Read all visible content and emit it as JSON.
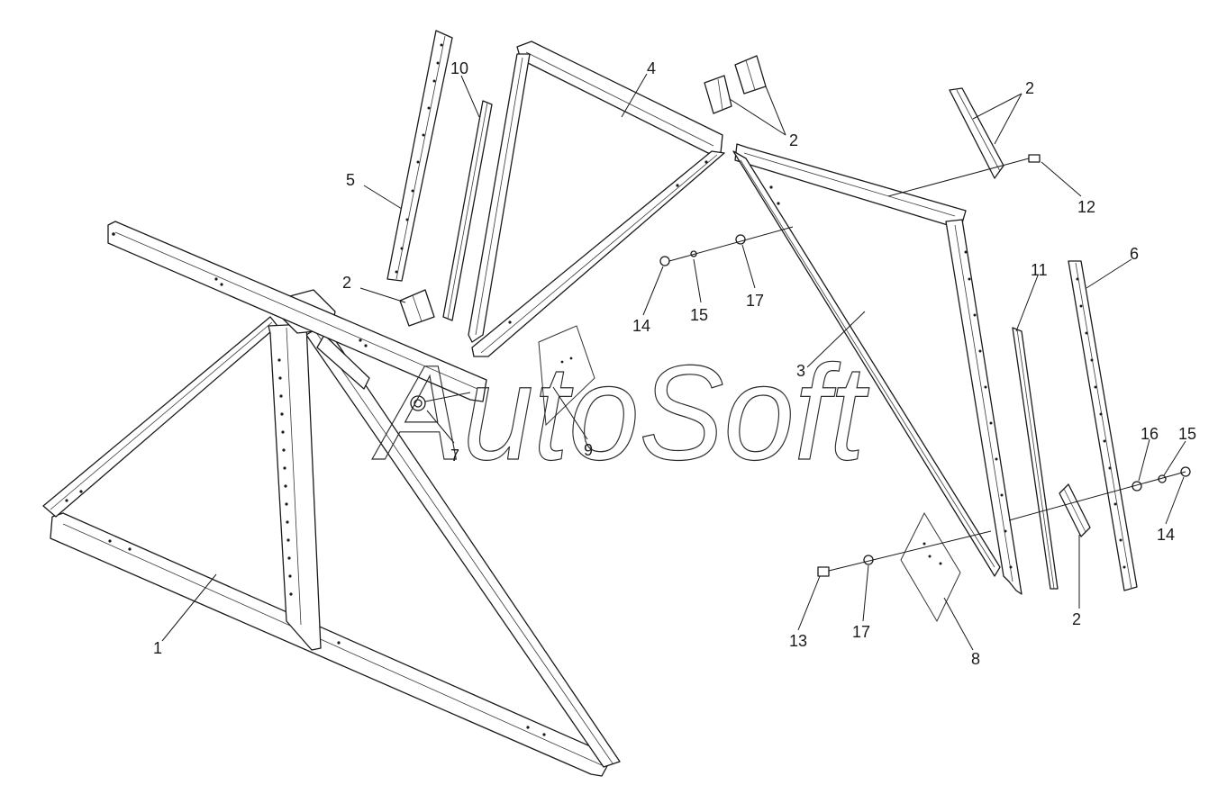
{
  "watermark": "AutoSoft",
  "callouts": {
    "c1": "1",
    "c2a": "2",
    "c2b": "2",
    "c2c": "2",
    "c2d": "2",
    "c3": "3",
    "c4": "4",
    "c5": "5",
    "c6": "6",
    "c7": "7",
    "c8": "8",
    "c9": "9",
    "c10": "10",
    "c11": "11",
    "c12": "12",
    "c13": "13",
    "c14a": "14",
    "c14b": "14",
    "c15a": "15",
    "c15b": "15",
    "c16": "16",
    "c17a": "17",
    "c17b": "17"
  },
  "colors": {
    "line": "#1a1a1a",
    "background": "#ffffff"
  }
}
